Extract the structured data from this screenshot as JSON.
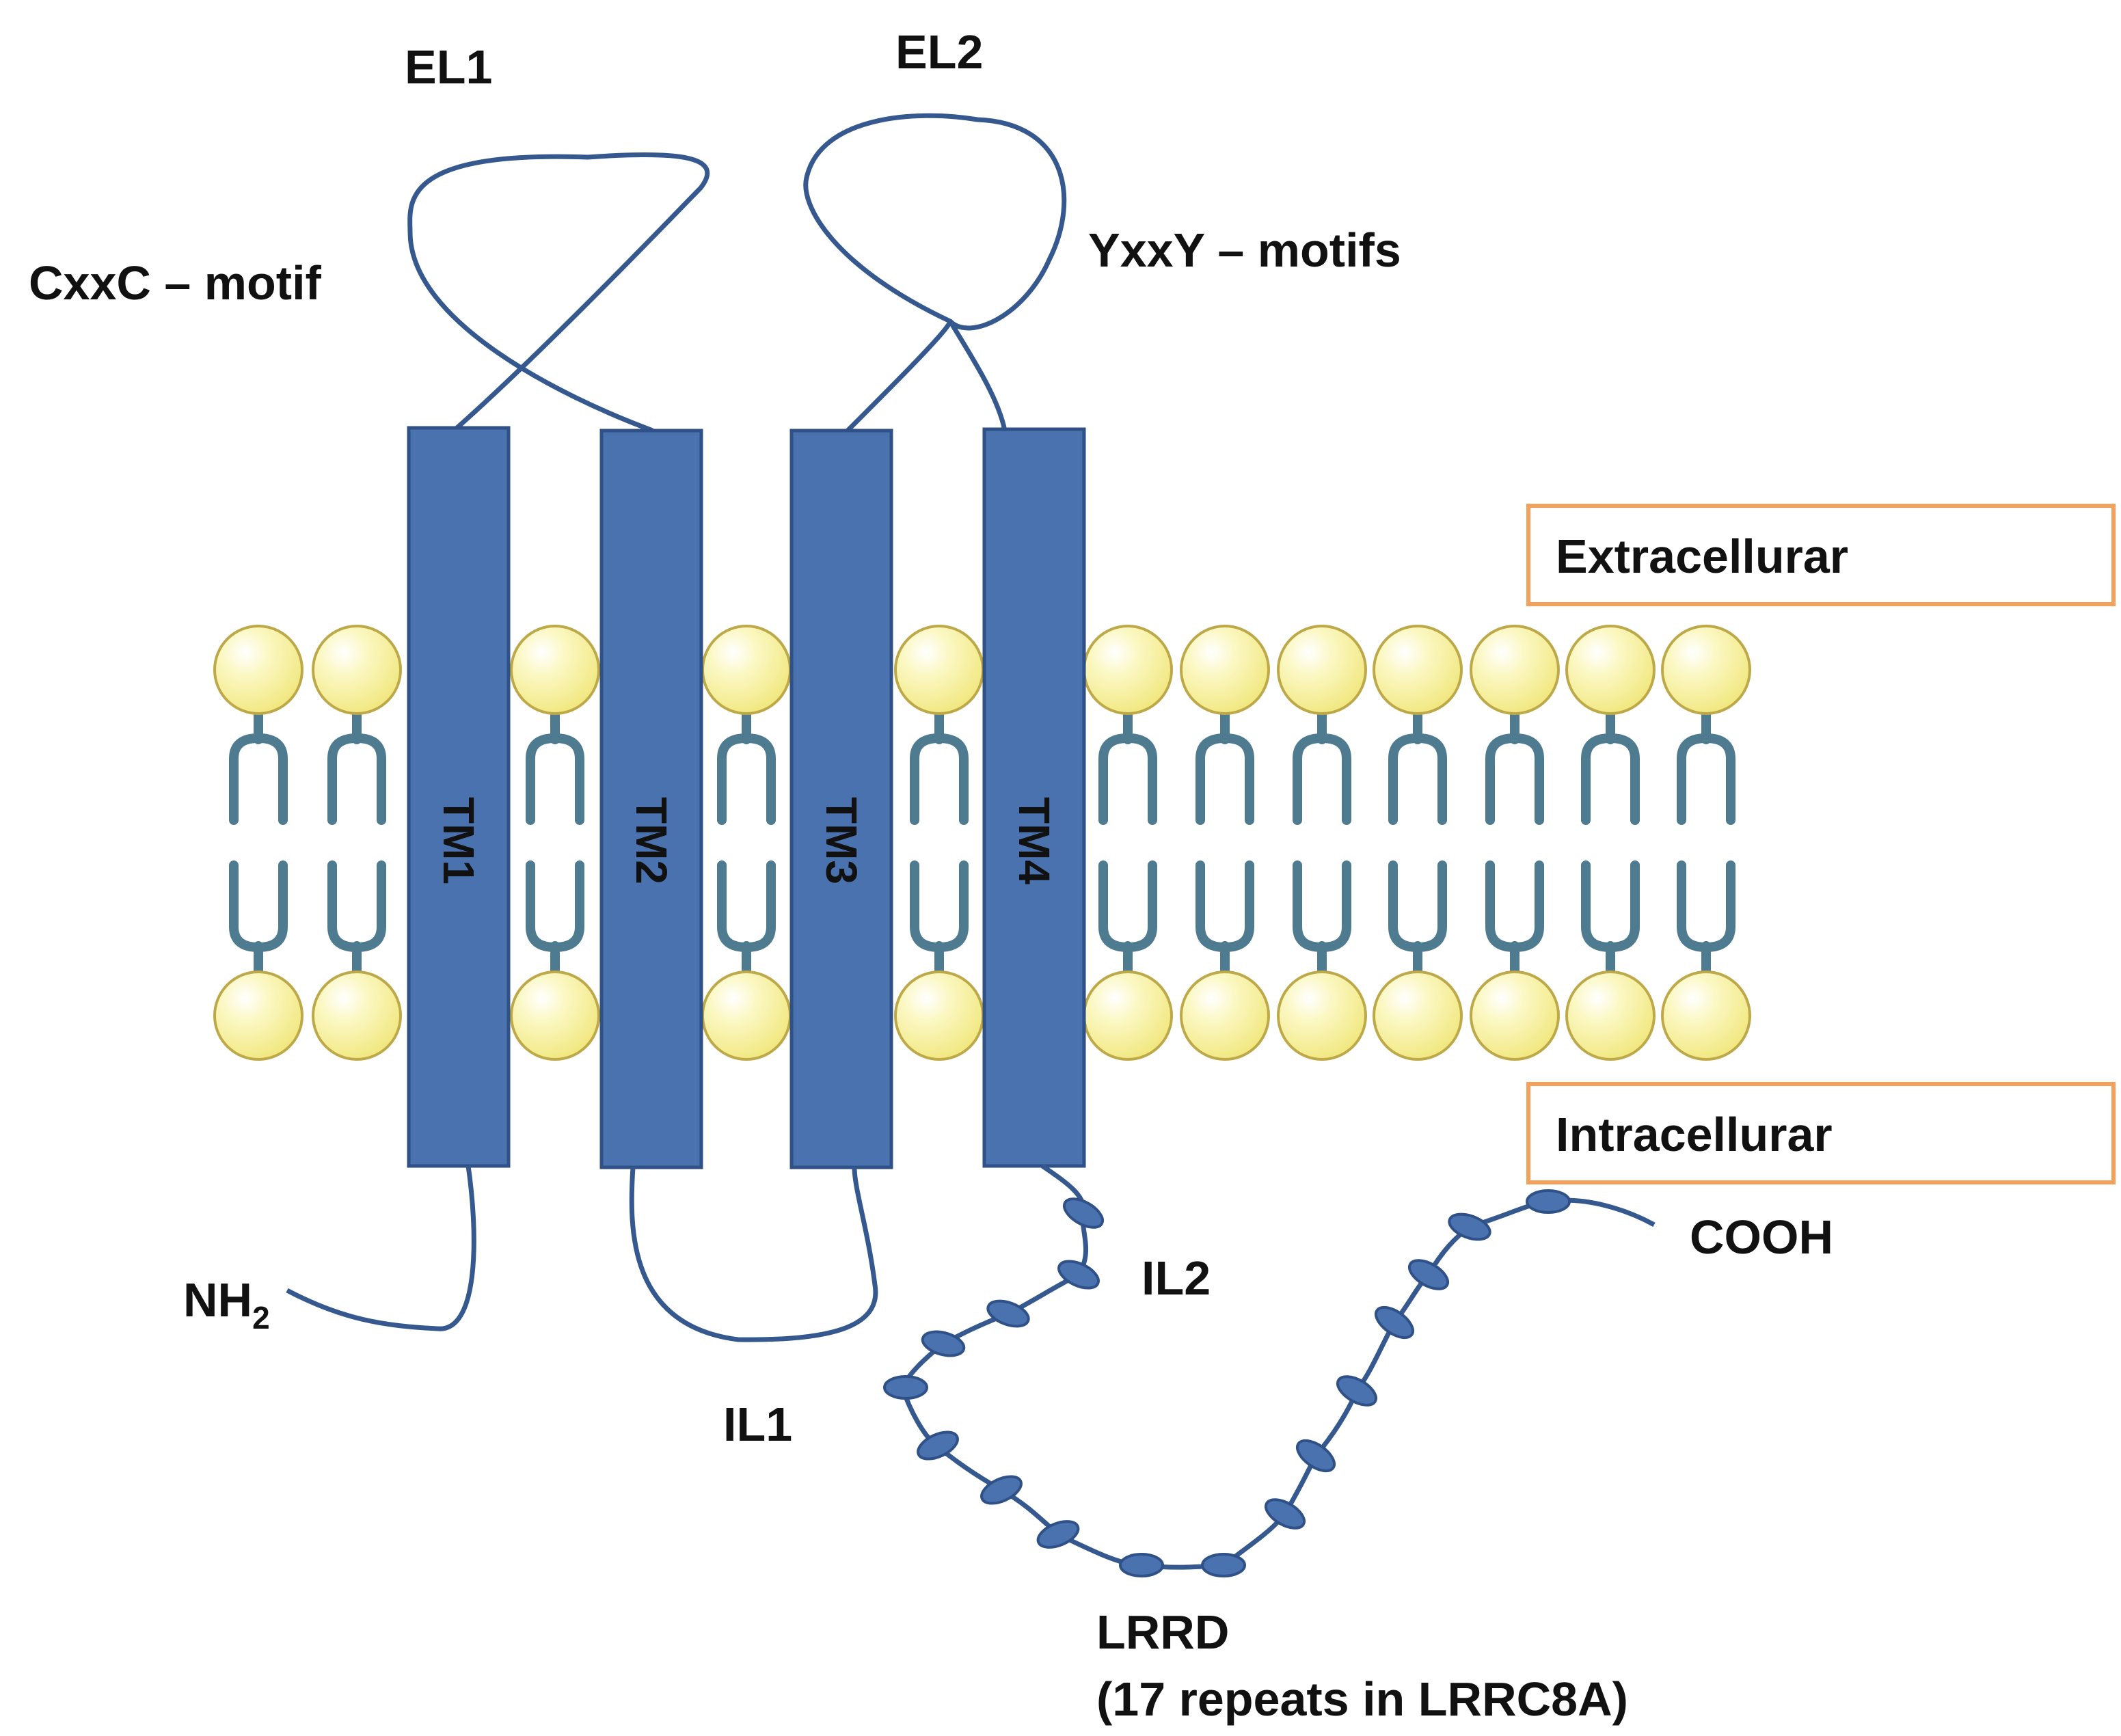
{
  "labels": {
    "el1": "EL1",
    "el2": "EL2",
    "cxxc": "CxxC – motif",
    "yxxy": "YxxY – motifs",
    "extracellular": "Extracellurar",
    "intracellular": "Intracellurar",
    "tm1": "TM1",
    "tm2": "TM2",
    "tm3": "TM3",
    "tm4": "TM4",
    "nh2_main": "NH",
    "nh2_sub": "2",
    "il1": "IL1",
    "il2": "IL2",
    "cooh": "COOH",
    "lrrd_line1": "LRRD",
    "lrrd_line2": "(17 repeats in LRRC8A)"
  },
  "colors": {
    "helix": "#4a72ae",
    "helix_edge": "#2f5187",
    "chain": "#35598f",
    "lipid_head": "#f4ee8a",
    "lipid_head_edge": "#bda94a",
    "lipid_tail": "#4f7b90",
    "box_border": "#f2a05a"
  }
}
